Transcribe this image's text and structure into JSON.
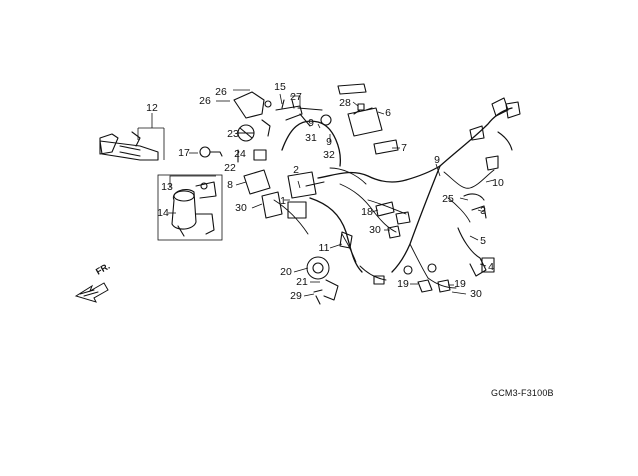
{
  "diagram": {
    "reference_code": "GCM3-F3100B",
    "direction_label": "FR.",
    "callouts": [
      {
        "id": "c1",
        "text": "1"
      },
      {
        "id": "c2",
        "text": "2"
      },
      {
        "id": "c3",
        "text": "3"
      },
      {
        "id": "c4",
        "text": "4"
      },
      {
        "id": "c5",
        "text": "5"
      },
      {
        "id": "c6",
        "text": "6"
      },
      {
        "id": "c7",
        "text": "7"
      },
      {
        "id": "c8",
        "text": "8"
      },
      {
        "id": "c9a",
        "text": "9"
      },
      {
        "id": "c9b",
        "text": "9"
      },
      {
        "id": "c9c",
        "text": "9"
      },
      {
        "id": "c10",
        "text": "10"
      },
      {
        "id": "c11",
        "text": "11"
      },
      {
        "id": "c12",
        "text": "12"
      },
      {
        "id": "c13",
        "text": "13"
      },
      {
        "id": "c14",
        "text": "14"
      },
      {
        "id": "c15",
        "text": "15"
      },
      {
        "id": "c17",
        "text": "17"
      },
      {
        "id": "c18",
        "text": "18"
      },
      {
        "id": "c19a",
        "text": "19"
      },
      {
        "id": "c19b",
        "text": "19"
      },
      {
        "id": "c20",
        "text": "20"
      },
      {
        "id": "c21",
        "text": "21"
      },
      {
        "id": "c22",
        "text": "22"
      },
      {
        "id": "c23",
        "text": "23"
      },
      {
        "id": "c24",
        "text": "24"
      },
      {
        "id": "c25",
        "text": "25"
      },
      {
        "id": "c26a",
        "text": "26"
      },
      {
        "id": "c26b",
        "text": "26"
      },
      {
        "id": "c27",
        "text": "27"
      },
      {
        "id": "c28",
        "text": "28"
      },
      {
        "id": "c29",
        "text": "29"
      },
      {
        "id": "c30a",
        "text": "30"
      },
      {
        "id": "c30b",
        "text": "30"
      },
      {
        "id": "c30c",
        "text": "30"
      },
      {
        "id": "c31",
        "text": "31"
      },
      {
        "id": "c32",
        "text": "32"
      }
    ]
  }
}
